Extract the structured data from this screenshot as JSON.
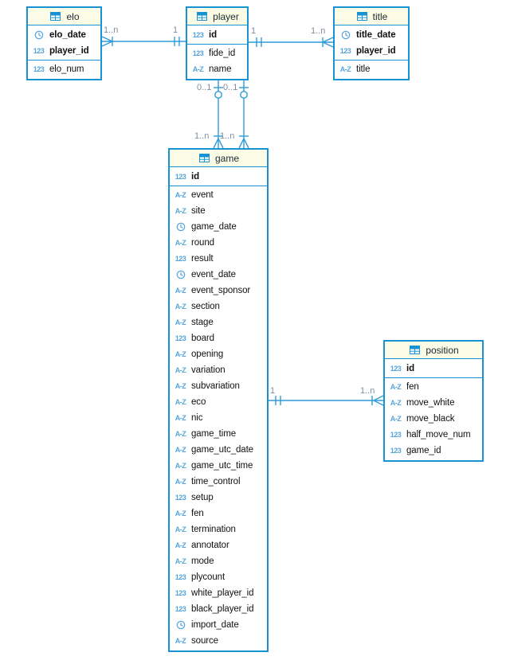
{
  "colors": {
    "box_border": "#1793d4",
    "header_bg": "#fbfbe6",
    "relation_line": "#2f9cd8",
    "type_icon_blue": "#56a5da",
    "cardinality_label": "#7d8da0",
    "field_text": "#111111"
  },
  "tables": [
    {
      "name": "elo",
      "columns": [
        {
          "type": "date",
          "name": "elo_date",
          "pk": true
        },
        {
          "type": "number",
          "name": "player_id",
          "pk": true
        },
        {
          "type": "number",
          "name": "elo_num"
        }
      ]
    },
    {
      "name": "player",
      "columns": [
        {
          "type": "number",
          "name": "id",
          "pk": true
        },
        {
          "type": "number",
          "name": "fide_id"
        },
        {
          "type": "string",
          "name": "name"
        }
      ]
    },
    {
      "name": "title",
      "columns": [
        {
          "type": "date",
          "name": "title_date",
          "pk": true
        },
        {
          "type": "number",
          "name": "player_id",
          "pk": true
        },
        {
          "type": "string",
          "name": "title"
        }
      ]
    },
    {
      "name": "game",
      "columns": [
        {
          "type": "number",
          "name": "id",
          "pk": true
        },
        {
          "type": "string",
          "name": "event"
        },
        {
          "type": "string",
          "name": "site"
        },
        {
          "type": "date",
          "name": "game_date"
        },
        {
          "type": "string",
          "name": "round"
        },
        {
          "type": "number",
          "name": "result"
        },
        {
          "type": "date",
          "name": "event_date"
        },
        {
          "type": "string",
          "name": "event_sponsor"
        },
        {
          "type": "string",
          "name": "section"
        },
        {
          "type": "string",
          "name": "stage"
        },
        {
          "type": "number",
          "name": "board"
        },
        {
          "type": "string",
          "name": "opening"
        },
        {
          "type": "string",
          "name": "variation"
        },
        {
          "type": "string",
          "name": "subvariation"
        },
        {
          "type": "string",
          "name": "eco"
        },
        {
          "type": "string",
          "name": "nic"
        },
        {
          "type": "string",
          "name": "game_time"
        },
        {
          "type": "string",
          "name": "game_utc_date"
        },
        {
          "type": "string",
          "name": "game_utc_time"
        },
        {
          "type": "string",
          "name": "time_control"
        },
        {
          "type": "number",
          "name": "setup"
        },
        {
          "type": "string",
          "name": "fen"
        },
        {
          "type": "string",
          "name": "termination"
        },
        {
          "type": "string",
          "name": "annotator"
        },
        {
          "type": "string",
          "name": "mode"
        },
        {
          "type": "number",
          "name": "plycount"
        },
        {
          "type": "number",
          "name": "white_player_id"
        },
        {
          "type": "number",
          "name": "black_player_id"
        },
        {
          "type": "date",
          "name": "import_date"
        },
        {
          "type": "string",
          "name": "source"
        }
      ]
    },
    {
      "name": "position",
      "columns": [
        {
          "type": "number",
          "name": "id",
          "pk": true
        },
        {
          "type": "string",
          "name": "fen"
        },
        {
          "type": "string",
          "name": "move_white"
        },
        {
          "type": "string",
          "name": "move_black"
        },
        {
          "type": "number",
          "name": "half_move_num"
        },
        {
          "type": "number",
          "name": "game_id"
        }
      ]
    }
  ],
  "relations": [
    {
      "from": "player",
      "to": "elo",
      "from_card": "1",
      "to_card": "1..n"
    },
    {
      "from": "player",
      "to": "title",
      "from_card": "1",
      "to_card": "1..n"
    },
    {
      "from": "player",
      "to": "game",
      "from_card": "0..1",
      "to_card": "1..n"
    },
    {
      "from": "player",
      "to": "game",
      "from_card": "0..1",
      "to_card": "1..n"
    },
    {
      "from": "game",
      "to": "position",
      "from_card": "1",
      "to_card": "1..n"
    }
  ],
  "type_icons": {
    "number": "123",
    "string": "A-Z",
    "date": "clock"
  }
}
